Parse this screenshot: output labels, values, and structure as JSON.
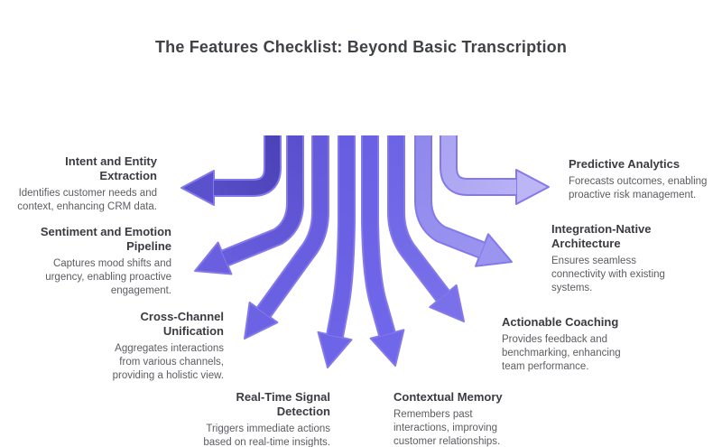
{
  "title": "The Features Checklist: Beyond Basic Transcription",
  "features": [
    {
      "id": "intent-entity-extraction",
      "title": "Intent and Entity\nExtraction",
      "description": "Identifies customer needs and\ncontext, enhancing CRM data."
    },
    {
      "id": "sentiment-emotion-pipeline",
      "title": "Sentiment and Emotion\nPipeline",
      "description": "Captures mood shifts and\nurgency, enabling proactive\nengagement."
    },
    {
      "id": "cross-channel-unification",
      "title": "Cross-Channel\nUnification",
      "description": "Aggregates interactions\nfrom various channels,\nproviding a holistic view."
    },
    {
      "id": "real-time-signal-detection",
      "title": "Real-Time Signal\nDetection",
      "description": "Triggers immediate actions\nbased on real-time insights."
    },
    {
      "id": "contextual-memory",
      "title": "Contextual Memory",
      "description": "Remembers past\ninteractions, improving\ncustomer relationships."
    },
    {
      "id": "actionable-coaching",
      "title": "Actionable Coaching",
      "description": "Provides feedback and\nbenchmarking, enhancing\nteam performance."
    },
    {
      "id": "integration-native-architecture",
      "title": "Integration-Native\nArchitecture",
      "description": "Ensures seamless\nconnectivity with existing\nsystems."
    },
    {
      "id": "predictive-analytics",
      "title": "Predictive Analytics",
      "description": "Forecasts outcomes, enabling\nproactive risk management."
    }
  ],
  "arrows": [
    {
      "feature": "intent-entity-extraction",
      "start_color": "#4C43B8",
      "end_color": "#5B51CC"
    },
    {
      "feature": "sentiment-emotion-pipeline",
      "start_color": "#5A50CE",
      "end_color": "#6A60DF"
    },
    {
      "feature": "cross-channel-unification",
      "start_color": "#645ADA",
      "end_color": "#6C62E4"
    },
    {
      "feature": "real-time-signal-detection",
      "start_color": "#675DE0",
      "end_color": "#6E64E8"
    },
    {
      "feature": "contextual-memory",
      "start_color": "#6A60E4",
      "end_color": "#7067EA"
    },
    {
      "feature": "actionable-coaching",
      "start_color": "#6C63E6",
      "end_color": "#7A71EA"
    },
    {
      "feature": "integration-native-architecture",
      "start_color": "#9089EC",
      "end_color": "#9C95F0"
    },
    {
      "feature": "predictive-analytics",
      "start_color": "#ABA4F1",
      "end_color": "#BCB5F6"
    }
  ],
  "colors": {
    "background": "#FFFFFF",
    "title_text": "#404247",
    "heading_text": "#3A3B40",
    "body_text": "#5B5C61",
    "arrow_border": "#8379EB"
  }
}
